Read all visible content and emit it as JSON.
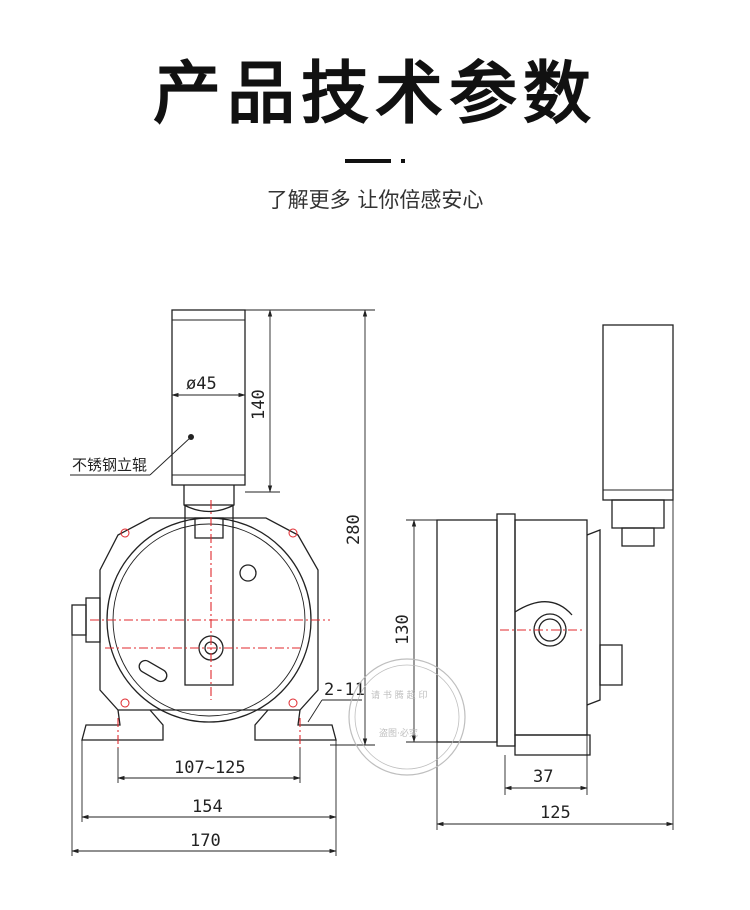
{
  "header": {
    "title": "产品技术参数",
    "subtitle": "了解更多 让你倍感安心"
  },
  "drawing": {
    "front_view": {
      "roller_note": "不锈钢立辊",
      "dim_roller_diameter": "ø45",
      "dim_roller_height": "140",
      "dim_total_height": "280",
      "dim_mount_holes": "2-11",
      "dim_hole_spacing": "107~125",
      "dim_base_inner": "154",
      "dim_base_total": "170"
    },
    "side_view": {
      "dim_body_height": "130",
      "dim_bracket_depth": "37",
      "dim_total_depth": "125"
    },
    "watermark": {
      "top_text": "请 书 腾 超 印",
      "bottom_text": "盗图·必究"
    }
  },
  "colors": {
    "outline": "#222222",
    "centerline": "#e0292e",
    "watermark": "#b8b8b8"
  }
}
